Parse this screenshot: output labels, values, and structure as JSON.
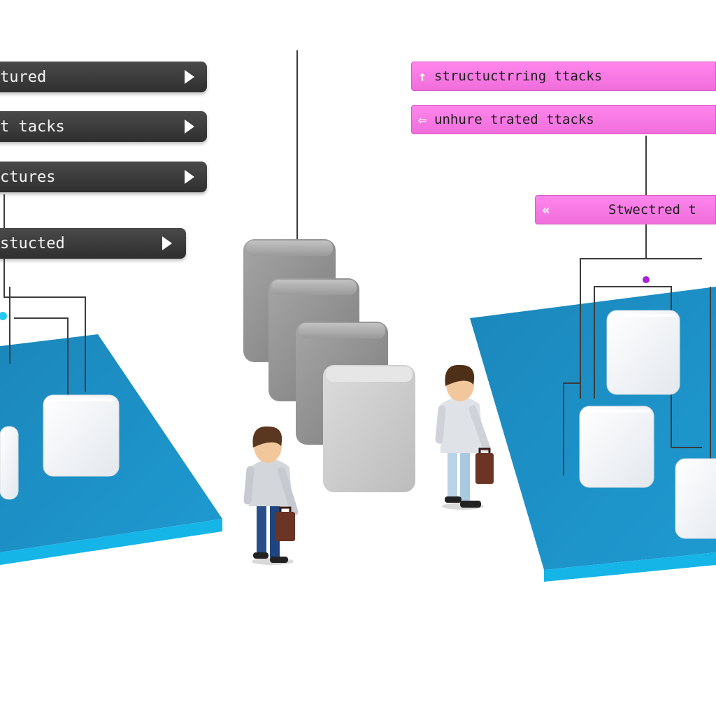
{
  "left_labels": [
    {
      "text": "tured"
    },
    {
      "text": "t tacks"
    },
    {
      "text": "ctures"
    },
    {
      "text": "stucted"
    }
  ],
  "right_labels": [
    {
      "text": "structuctrring ttacks",
      "glyph": "↑"
    },
    {
      "text": "unhure trated ttacks",
      "glyph": "⇦"
    },
    {
      "text": "Stwectred t",
      "glyph": "«"
    }
  ],
  "colors": {
    "platform_blue": "#1a8fc4",
    "dark_label": "#3a3a3a",
    "pink_label": "#f77ae6",
    "cube_white": "#f3f6f9",
    "cube_grey": "#8f8f8f"
  }
}
